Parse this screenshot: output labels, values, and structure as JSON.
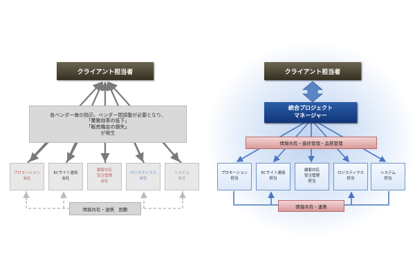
{
  "left": {
    "client": "クライアント担当者",
    "issue_line1": "各ベンダー毎の指示、ベンダー間調整が必要となり、",
    "issue_line2": "「業務効率の低下」",
    "issue_line3": "「販売機会の損失」",
    "issue_line4": "が発生",
    "vendors": [
      {
        "line1": "プロモーション",
        "line2": "会社",
        "color": "#c45a5a"
      },
      {
        "line1": "ECサイト運用",
        "line2": "会社",
        "color": "#333333"
      },
      {
        "line1": "顧客対応",
        "line2": "受注管理",
        "line3": "会社",
        "color": "#c45a5a"
      },
      {
        "line1": "ロジスティクス",
        "line2": "会社",
        "color": "#6f8fbf"
      },
      {
        "line1": "システム",
        "line2": "会社",
        "color": "#999999"
      }
    ],
    "bottom": "情報共有・連携　困難"
  },
  "right": {
    "client": "クライアント担当者",
    "pm_line1": "統合プロジェクト",
    "pm_line2": "マネージャー",
    "bar_top": "情報共有・進捗管理・品質管理",
    "vendors": [
      {
        "line1": "プロモーション",
        "line2": "担当"
      },
      {
        "line1": "ECサイト運用",
        "line2": "担当"
      },
      {
        "line1": "顧客対応",
        "line2": "受注管理",
        "line3": "担当"
      },
      {
        "line1": "ロジスティクス",
        "line2": "担当"
      },
      {
        "line1": "システム",
        "line2": "担当"
      }
    ],
    "bar_bottom": "情報共有・連携"
  },
  "colors": {
    "arrow_gray": "#7a7a7a",
    "arrow_blue": "#4a78bd",
    "dashed_gray": "#bcbcbc"
  }
}
